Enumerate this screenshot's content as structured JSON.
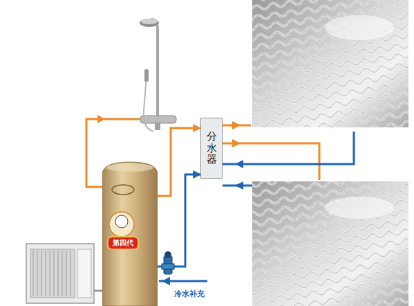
{
  "diagram": {
    "nodes": [
      {
        "text": [
          "第四代"
        ]
      },
      {
        "text": [
          "分水器"
        ]
      }
    ],
    "edges": [
      {
        "from": 0,
        "to": 1,
        "arrow": "to"
      },
      {
        "from": 0,
        "to": 1,
        "arrow": "to"
      }
    ],
    "labels": [
      "冷水补充"
    ]
  }
}
